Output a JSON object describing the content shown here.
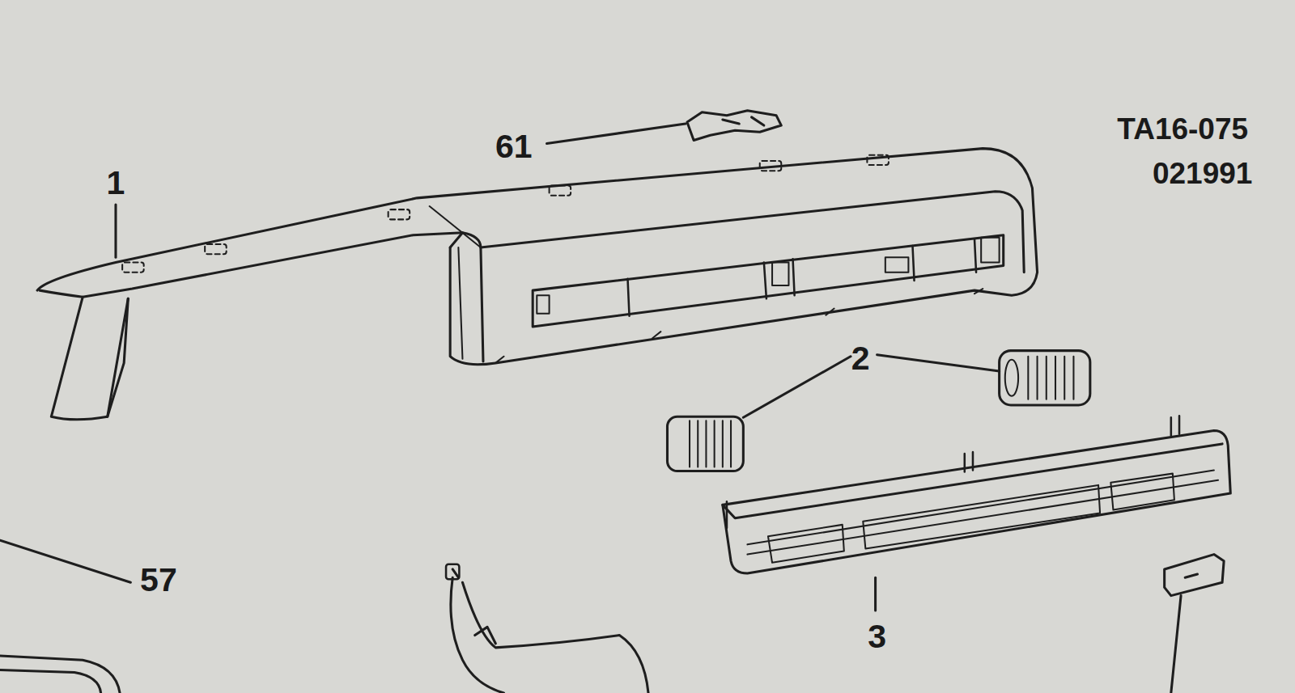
{
  "diagram": {
    "labels": [
      "61",
      "1",
      "2",
      "3",
      "57",
      "TA16-075",
      "021991"
    ]
  }
}
